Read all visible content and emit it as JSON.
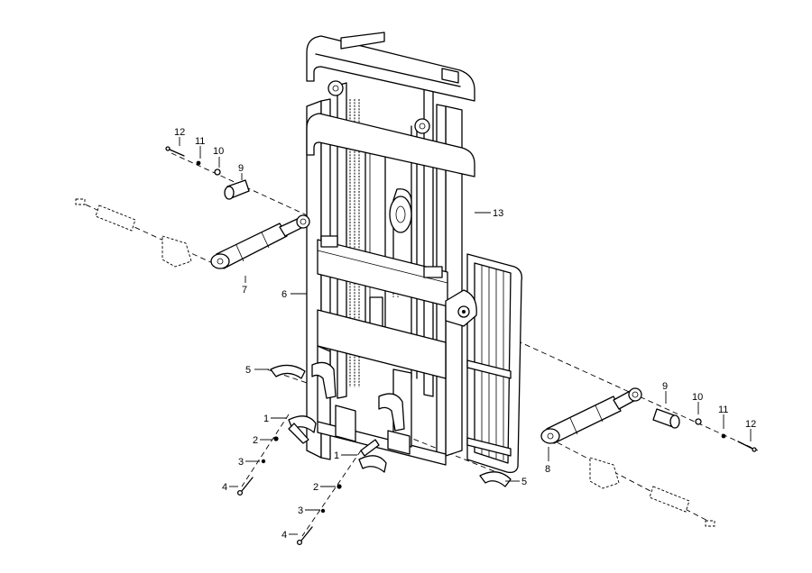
{
  "diagram": {
    "callouts": {
      "c1a": "1",
      "c1b": "1",
      "c2a": "2",
      "c2b": "2",
      "c3a": "3",
      "c3b": "3",
      "c4a": "4",
      "c4b": "4",
      "c5a": "5",
      "c5b": "5",
      "c6": "6",
      "c7": "7",
      "c8": "8",
      "c9a": "9",
      "c9b": "9",
      "c10a": "10",
      "c10b": "10",
      "c11a": "11",
      "c11b": "11",
      "c12a": "12",
      "c12b": "12",
      "c13": "13"
    }
  }
}
